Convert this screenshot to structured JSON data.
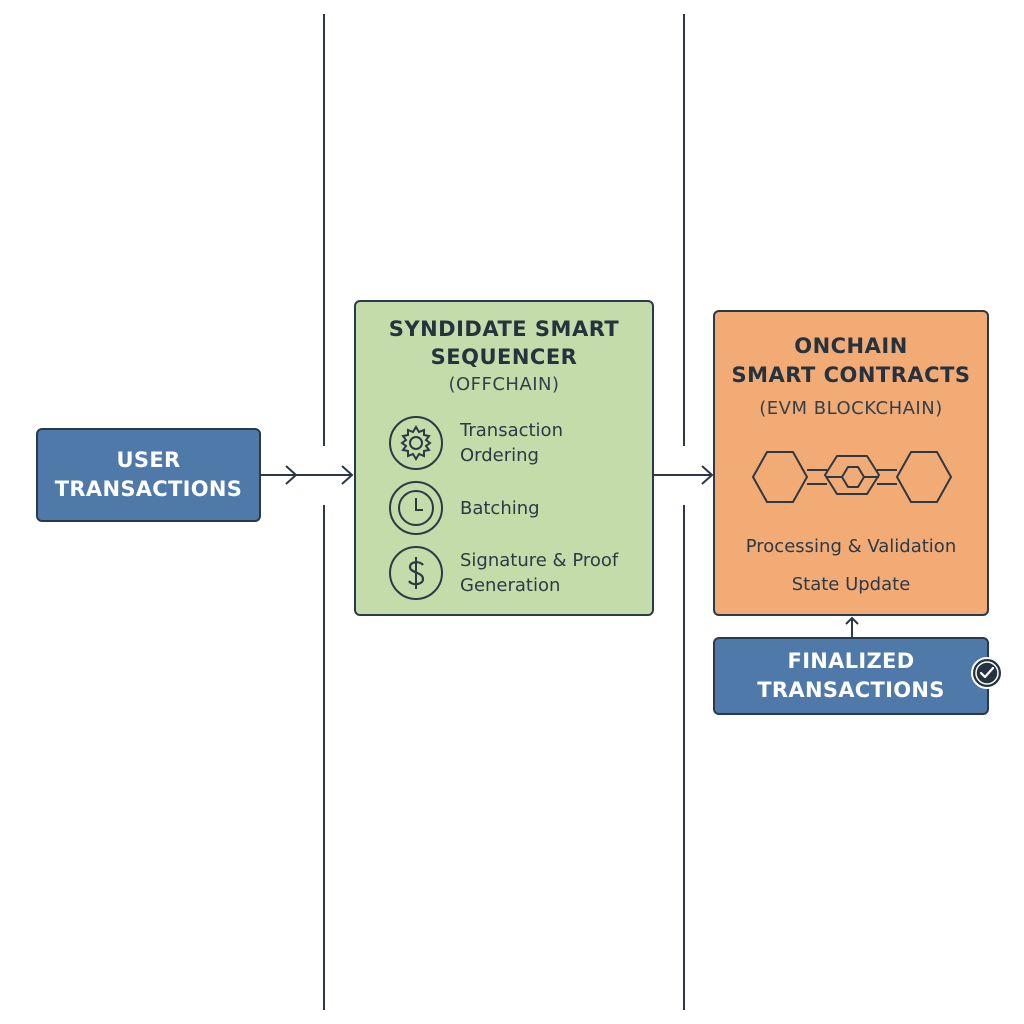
{
  "user_transactions": {
    "line1": "USER",
    "line2": "TRANSACTIONS"
  },
  "sequencer": {
    "title_line1": "SYNDIDATE SMART",
    "title_line2": "SEQUENCER",
    "subtitle": "(OFFCHAIN)",
    "steps": [
      {
        "icon": "gear-icon",
        "line1": "Transaction",
        "line2": "Ordering"
      },
      {
        "icon": "clock-icon",
        "line1": "Batching",
        "line2": ""
      },
      {
        "icon": "dollar-icon",
        "line1": "Signature & Proof",
        "line2": "Generation"
      }
    ]
  },
  "contracts": {
    "title_line1": "ONCHAIN",
    "title_line2": "SMART CONTRACTS",
    "subtitle": "(EVM BLOCKCHAIN)",
    "icon": "blockchain-hexagons-icon",
    "line1": "Processing & Validation",
    "line2": "State Update"
  },
  "finalized": {
    "line1": "FINALIZED",
    "line2": "TRANSACTIONS",
    "badge_icon": "check-icon"
  },
  "colors": {
    "blue": "#4e79a9",
    "green": "#c4dca9",
    "orange": "#f3ab76",
    "line": "#2a3744"
  }
}
